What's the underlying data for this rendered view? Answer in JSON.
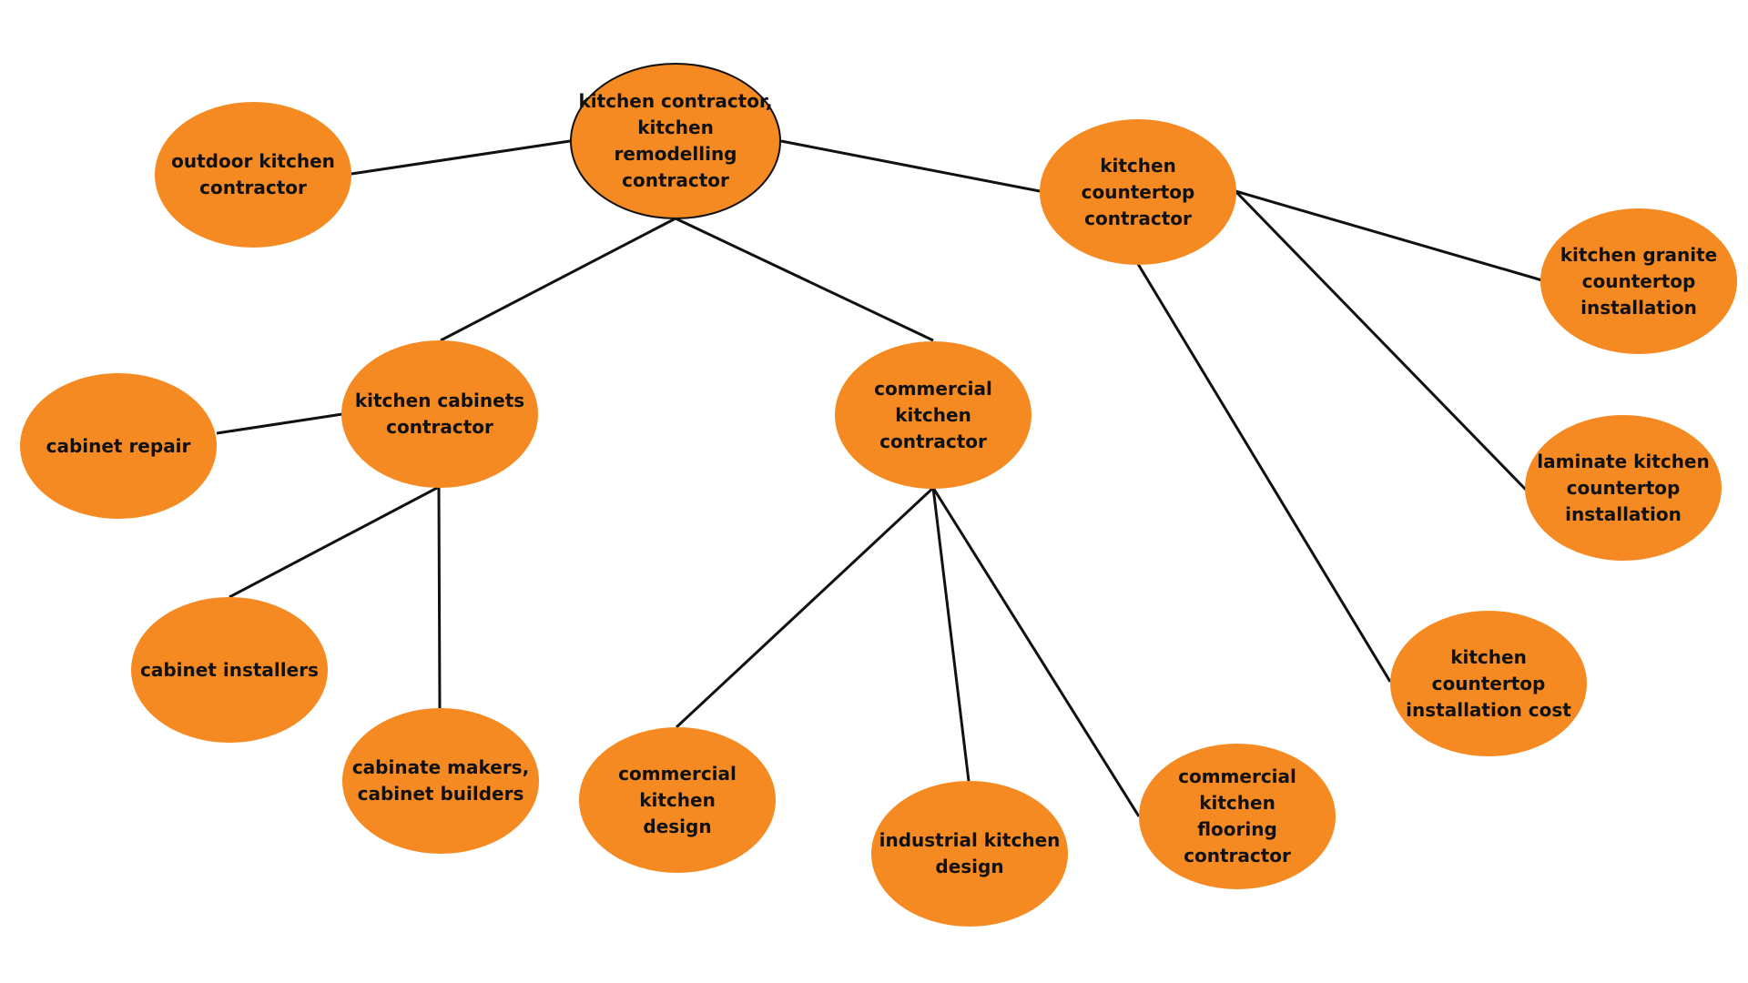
{
  "diagram": {
    "colors": {
      "node_fill": "#F58A22",
      "line": "#111111",
      "text": "#111111",
      "background": "#FFFFFF"
    },
    "nodes": {
      "root": "kitchen contractor,\nkitchen remodelling\ncontractor",
      "outdoor": "outdoor kitchen\ncontractor",
      "countertop": "kitchen countertop\ncontractor",
      "granite": "kitchen granite\ncountertop\ninstallation",
      "laminate": "laminate kitchen\ncountertop\ninstallation",
      "countertop_cost": "kitchen countertop\ninstallation cost",
      "cabinets": "kitchen cabinets\ncontractor",
      "cabinet_repair": "cabinet repair",
      "cabinet_installers": "cabinet installers",
      "cabinet_makers": "cabinate makers,\ncabinet builders",
      "commercial": "commercial kitchen\ncontractor",
      "commercial_design": "commercial kitchen\ndesign",
      "industrial_design": "industrial kitchen\ndesign",
      "commercial_flooring": "commercial kitchen\nflooring contractor"
    },
    "edges": [
      [
        "root",
        "outdoor"
      ],
      [
        "root",
        "countertop"
      ],
      [
        "root",
        "cabinets"
      ],
      [
        "root",
        "commercial"
      ],
      [
        "countertop",
        "granite"
      ],
      [
        "countertop",
        "laminate"
      ],
      [
        "countertop",
        "countertop_cost"
      ],
      [
        "cabinets",
        "cabinet_repair"
      ],
      [
        "cabinets",
        "cabinet_installers"
      ],
      [
        "cabinets",
        "cabinet_makers"
      ],
      [
        "commercial",
        "commercial_design"
      ],
      [
        "commercial",
        "industrial_design"
      ],
      [
        "commercial",
        "commercial_flooring"
      ]
    ]
  }
}
